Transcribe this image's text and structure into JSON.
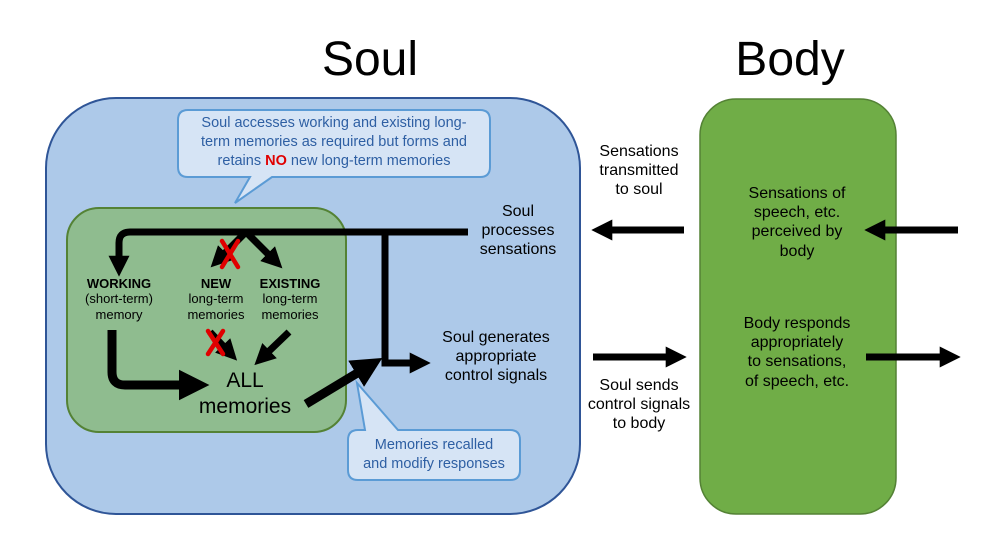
{
  "titles": {
    "soul": "Soul",
    "body": "Body"
  },
  "callout_top": {
    "line1": "Soul accesses working and existing long-",
    "line2": "term memories as required but forms and",
    "line3_pre": "retains",
    "line3_no": "NO",
    "line3_post": "new long-term memories"
  },
  "callout_bottom": {
    "line1": "Memories recalled",
    "line2": "and modify responses"
  },
  "memory": {
    "working": {
      "title": "WORKING",
      "line1": "(short-term)",
      "line2": "memory"
    },
    "new": {
      "title": "NEW",
      "line1": "long-term",
      "line2": "memories"
    },
    "existing": {
      "title": "EXISTING",
      "line1": "long-term",
      "line2": "memories"
    },
    "all": {
      "line1": "ALL",
      "line2": "memories"
    }
  },
  "soul_labels": {
    "processes": {
      "line1": "Soul",
      "line2": "processes",
      "line3": "sensations"
    },
    "generates": {
      "line1": "Soul generates",
      "line2": "appropriate",
      "line3": "control signals"
    }
  },
  "between_labels": {
    "transmitted": {
      "line1": "Sensations",
      "line2": "transmitted",
      "line3": "to soul"
    },
    "sends": {
      "line1": "Soul sends",
      "line2": "control signals",
      "line3": "to body"
    }
  },
  "body_labels": {
    "perceived": {
      "line1": "Sensations of",
      "line2": "speech, etc.",
      "line3": "perceived by",
      "line4": "body"
    },
    "responds": {
      "line1": "Body responds",
      "line2": "appropriately",
      "line3": "to sensations,",
      "line4": "of speech, etc."
    }
  },
  "colors": {
    "soul_fill": "#adc9e9",
    "soul_border": "#2f5597",
    "memory_fill": "#8fbc8f",
    "memory_border": "#548235",
    "body_fill": "#70ad47",
    "body_border": "#548235",
    "callout_fill": "#d6e4f5",
    "callout_border": "#5b9bd5",
    "callout_text": "#2e5fa3",
    "cross": "#e00000",
    "arrow": "#000000"
  }
}
